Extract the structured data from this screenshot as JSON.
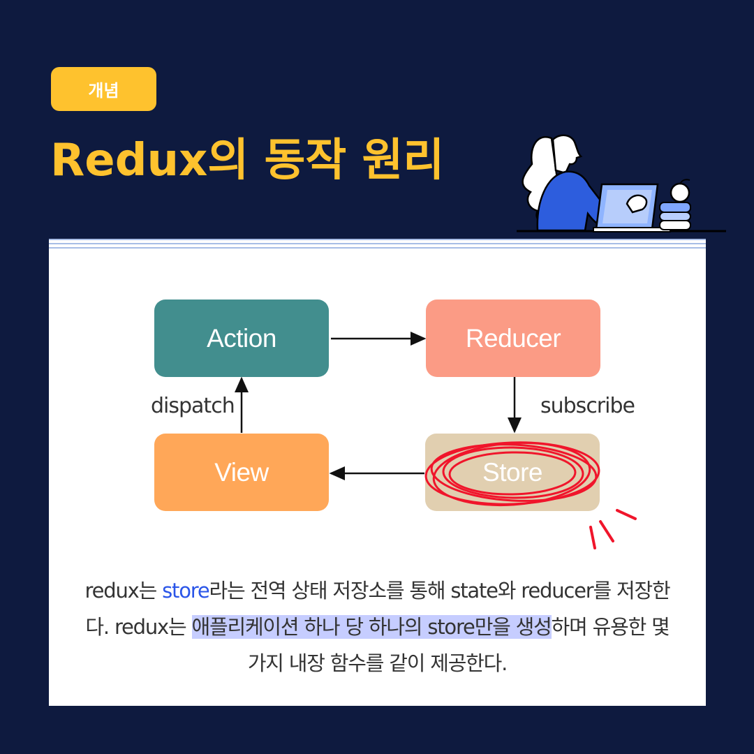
{
  "badge": {
    "label": "개념"
  },
  "title": "Redux의 동작 원리",
  "diagram": {
    "nodes": [
      {
        "id": "action",
        "label": "Action",
        "color": "#428e8e"
      },
      {
        "id": "reducer",
        "label": "Reducer",
        "color": "#fb9b85"
      },
      {
        "id": "view",
        "label": "View",
        "color": "#ffa758"
      },
      {
        "id": "store",
        "label": "Store",
        "color": "#e1cfb0"
      }
    ],
    "edges": [
      {
        "from": "view",
        "to": "action",
        "label": "dispatch"
      },
      {
        "from": "action",
        "to": "reducer",
        "label": ""
      },
      {
        "from": "reducer",
        "to": "store",
        "label": "subscribe"
      },
      {
        "from": "store",
        "to": "view",
        "label": ""
      }
    ],
    "highlight_color": "#f0152b"
  },
  "description": {
    "part1": "redux는 ",
    "highlight_word": "store",
    "part2": "라는 전역 상태 저장소를 통해 state와 reducer를 저장한다. redux는 ",
    "marked": "애플리케이션 하나 당 하나의 store만을 생성",
    "part3": "하며 유용한 몇 가지 내장 함수를 같이 제공한다."
  },
  "colors": {
    "background": "#0e1a3f",
    "accent": "#fec22e",
    "link": "#2a55e8",
    "marker": "#c6cdff"
  }
}
